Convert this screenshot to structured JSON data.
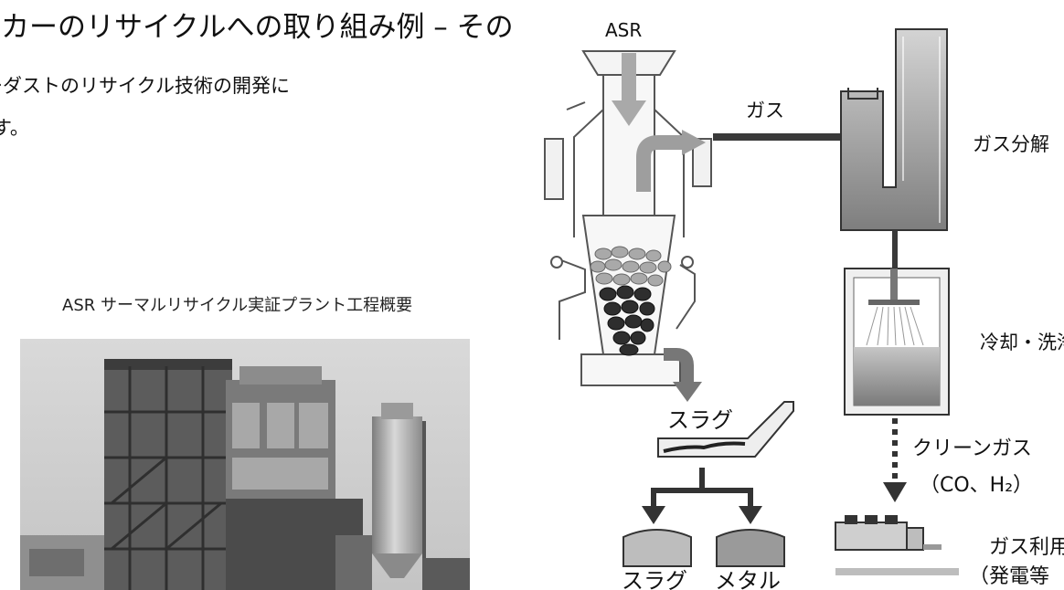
{
  "header": {
    "title": "ーカーのリサイクルへの取り組み例 – その",
    "subtitle_line1": "ーダストのリサイクル技術の開発に",
    "subtitle_line2": "す。"
  },
  "plant": {
    "caption": "ASR サーマルリサイクル実証プラント工程概要"
  },
  "diagram": {
    "labels": {
      "asr": "ASR",
      "gas": "ガス",
      "gas_decomposition": "ガス分解",
      "cooling_washing": "冷却・洗浄",
      "slag_top": "スラグ",
      "clean_gas": "クリーンガス",
      "clean_gas_formula": "（CO、H₂）",
      "slag_bottom": "スラグ",
      "metal": "メタル",
      "gas_use": "ガス利用",
      "power_generation": "（発電等"
    }
  }
}
